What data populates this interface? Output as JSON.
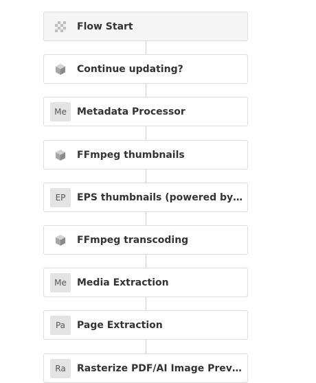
{
  "flow": {
    "nodes": [
      {
        "icon": "checkered-flag-icon",
        "label": "Flow Start"
      },
      {
        "icon": "cube-icon",
        "label": "Continue updating?"
      },
      {
        "icon": "abbreviation-icon",
        "abbr": "Me",
        "label": "Metadata Processor"
      },
      {
        "icon": "cube-icon",
        "label": "FFmpeg thumbnails"
      },
      {
        "icon": "abbreviation-icon",
        "abbr": "EP",
        "label": "EPS thumbnails (powered by Im..."
      },
      {
        "icon": "cube-icon",
        "label": "FFmpeg transcoding"
      },
      {
        "icon": "abbreviation-icon",
        "abbr": "Me",
        "label": "Media Extraction"
      },
      {
        "icon": "abbreviation-icon",
        "abbr": "Pa",
        "label": "Page Extraction"
      },
      {
        "icon": "abbreviation-icon",
        "abbr": "Ra",
        "label": "Rasterize PDF/AI Image Previe..."
      }
    ]
  }
}
